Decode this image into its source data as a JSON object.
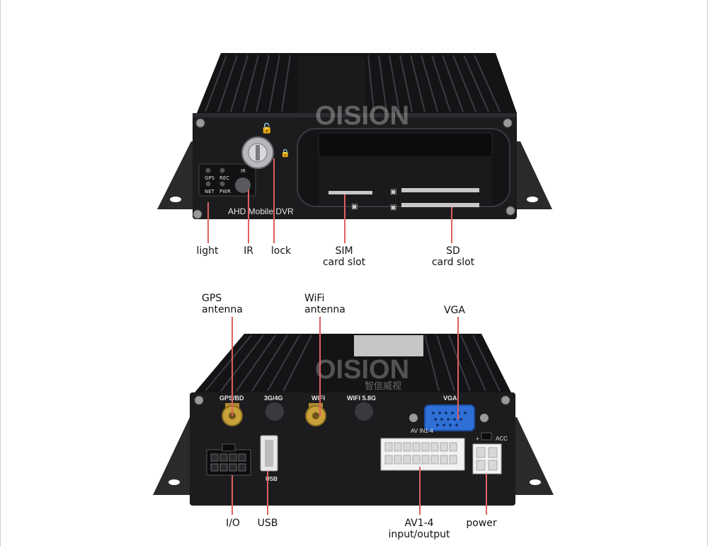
{
  "front": {
    "brand_watermark": "OISION",
    "brand_watermark_cn": "智信威视",
    "model_label": "AHD Mobile DVR",
    "led_labels": [
      "GPS",
      "REC",
      "NET",
      "PWR"
    ],
    "ir_label": "IR"
  },
  "back": {
    "port_labels": {
      "gps": "GPS/BD",
      "cell": "3G/4G",
      "wifi": "WIFI",
      "wifi58": "WIFI 5.8G",
      "vga": "VGA",
      "av": "AV IN1-4",
      "acc": "ACC",
      "plus": "+"
    }
  },
  "callouts": {
    "light": "light",
    "ir": "IR",
    "lock": "lock",
    "sim": [
      "SIM",
      "card slot"
    ],
    "sd": [
      "SD",
      "card slot"
    ],
    "gps": [
      "GPS",
      "antenna"
    ],
    "wifi": [
      "WiFi",
      "antenna"
    ],
    "vga": "VGA",
    "io": "I/O",
    "usb": "USB",
    "av": [
      "AV1-4",
      "input/output"
    ],
    "power": "power"
  },
  "colors": {
    "pointer": "#e06060",
    "device_body": "#1e1e20",
    "vga_port": "#2f6fd6",
    "antenna_gold": "#c9a13a"
  }
}
